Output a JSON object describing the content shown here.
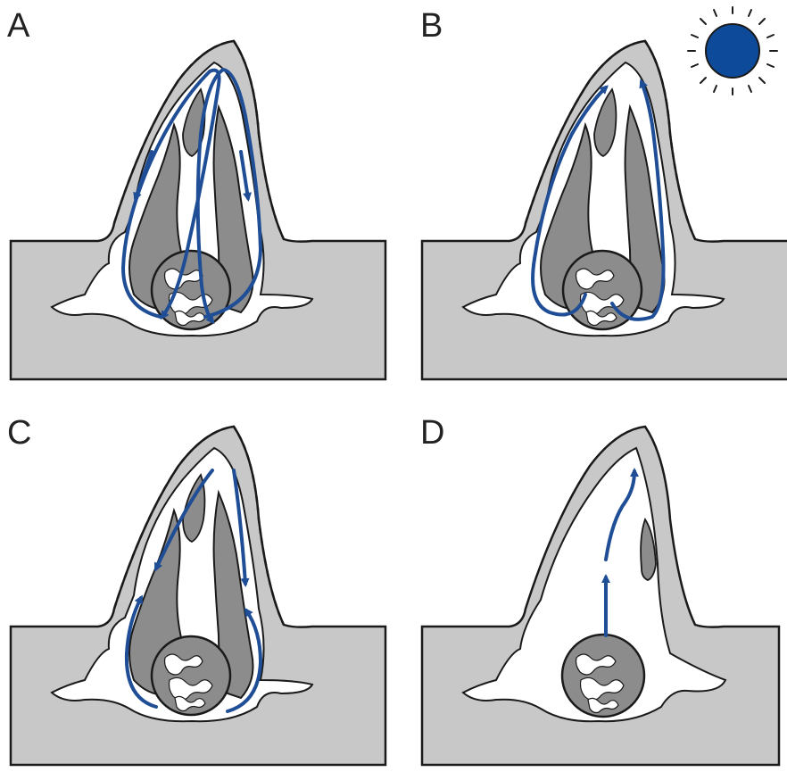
{
  "panels": [
    {
      "label": "A"
    },
    {
      "label": "B"
    },
    {
      "label": "C"
    },
    {
      "label": "D"
    }
  ],
  "colors": {
    "arrow": "#1f4e96",
    "tissue_light": "#c8c8c8",
    "tissue_dark": "#8c8c8c",
    "outline": "#1a1a1a",
    "sun_fill": "#0e4a9a"
  },
  "icons": {
    "sun": "sun-icon"
  }
}
